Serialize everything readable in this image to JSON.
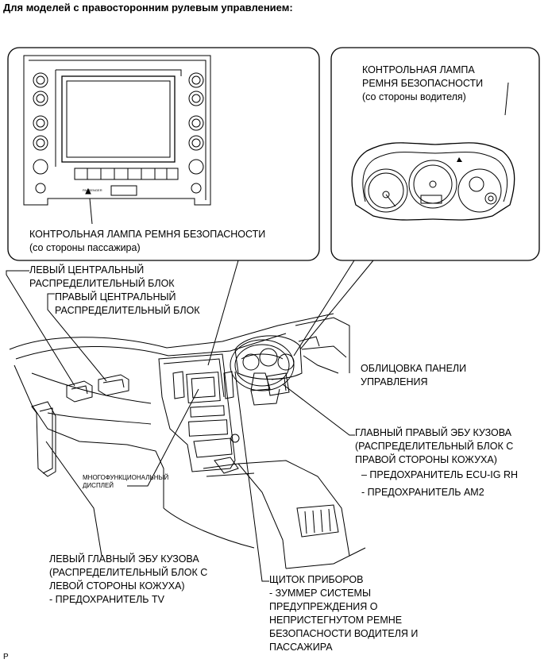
{
  "title": "Для моделей с правосторонним рулевым управлением:",
  "labels": {
    "driver_belt_lamp": "КОНТРОЛЬНАЯ ЛАМПА\nРЕМНЯ БЕЗОПАСНОСТИ\n(со стороны водителя)",
    "passenger_belt_lamp": "КОНТРОЛЬНАЯ ЛАМПА РЕМНЯ БЕЗОПАСНОСТИ\n(со стороны пассажира)",
    "left_center_jb": "ЛЕВЫЙ ЦЕНТРАЛЬНЫЙ\nРАСПРЕДЕЛИТЕЛЬНЫЙ БЛОК",
    "right_center_jb": "ПРАВЫЙ ЦЕНТРАЛЬНЫЙ\nРАСПРЕДЕЛИТЕЛЬНЫЙ БЛОК",
    "panel_trim": "ОБЛИЦОВКА ПАНЕЛИ\nУПРАВЛЕНИЯ",
    "main_body_ecu_rh": "ГЛАВНЫЙ ПРАВЫЙ ЭБУ КУЗОВА\n(РАСПРЕДЕЛИТЕЛЬНЫЙ БЛОК С\nПРАВОЙ СТОРОНЫ КОЖУХА)",
    "fuse_ecu_ig_rh": "– ПРЕДОХРАНИТЕЛЬ ECU-IG RH",
    "fuse_am2": "- ПРЕДОХРАНИТЕЛЬ AM2",
    "multi_display": "МНОГОФУНКЦИОНАЛЬНЫЙ\nДИСПЛЕЙ",
    "main_body_ecu_lh": "ЛЕВЫЙ ГЛАВНЫЙ ЭБУ КУЗОВА\n(РАСПРЕДЕЛИТЕЛЬНЫЙ БЛОК С\nЛЕВОЙ СТОРОНЫ КОЖУХА)\n- ПРЕДОХРАНИТЕЛЬ TV",
    "instrument_panel": "ЩИТОК ПРИБОРОВ\n- ЗУММЕР СИСТЕМЫ\nПРЕДУПРЕЖДЕНИЯ О\nНЕПРИСТЕГНУТОМ РЕМНЕ\nБЕЗОПАСНОСТИ ВОДИТЕЛЯ И\nПАССАЖИРА",
    "passenger_switch_text": "PASSENGER"
  },
  "corner_mark": "P"
}
